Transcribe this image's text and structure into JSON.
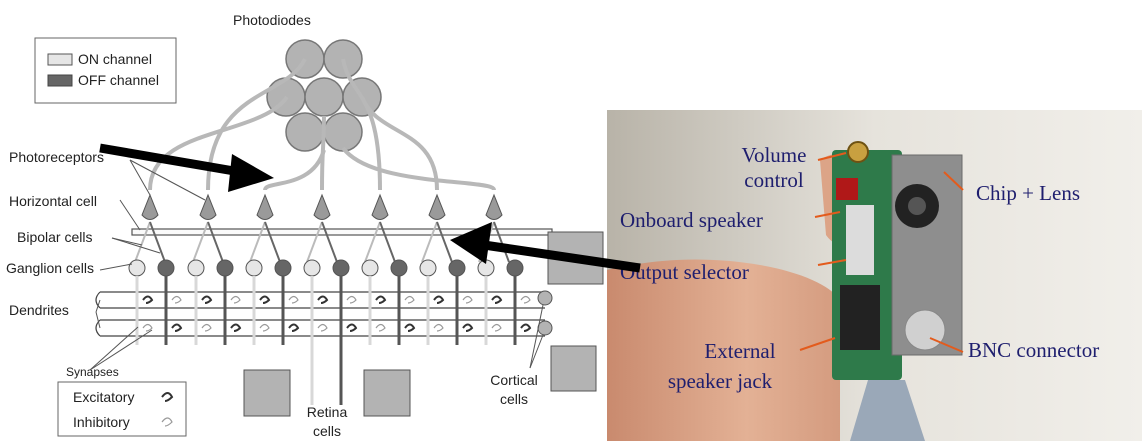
{
  "diagram": {
    "title": "Photodiodes",
    "legend": {
      "on": "ON channel",
      "off": "OFF channel"
    },
    "labels": {
      "photoreceptors": "Photoreceptors",
      "horizontal": "Horizontal cell",
      "bipolar": "Bipolar cells",
      "ganglion": "Ganglion cells",
      "dendrites": "Dendrites",
      "synapses": "Synapses",
      "cortical_1": "Cortical",
      "cortical_2": "cells",
      "retina_1": "Retina",
      "retina_2": "cells"
    },
    "synapse_legend": {
      "excitatory": "Excitatory",
      "inhibitory": "Inhibitory"
    }
  },
  "photo": {
    "labels": {
      "volume_1": "Volume",
      "volume_2": "control",
      "chip": "Chip + Lens",
      "speaker": "Onboard speaker",
      "selector": "Output selector",
      "ext_1": "External",
      "ext_2": "speaker jack",
      "bnc": "BNC connector"
    }
  },
  "colors": {
    "on_channel": "#e6e6e6",
    "off_channel": "#666666",
    "block": "#b3b3b3",
    "photo_label": "#1e1e6e"
  }
}
